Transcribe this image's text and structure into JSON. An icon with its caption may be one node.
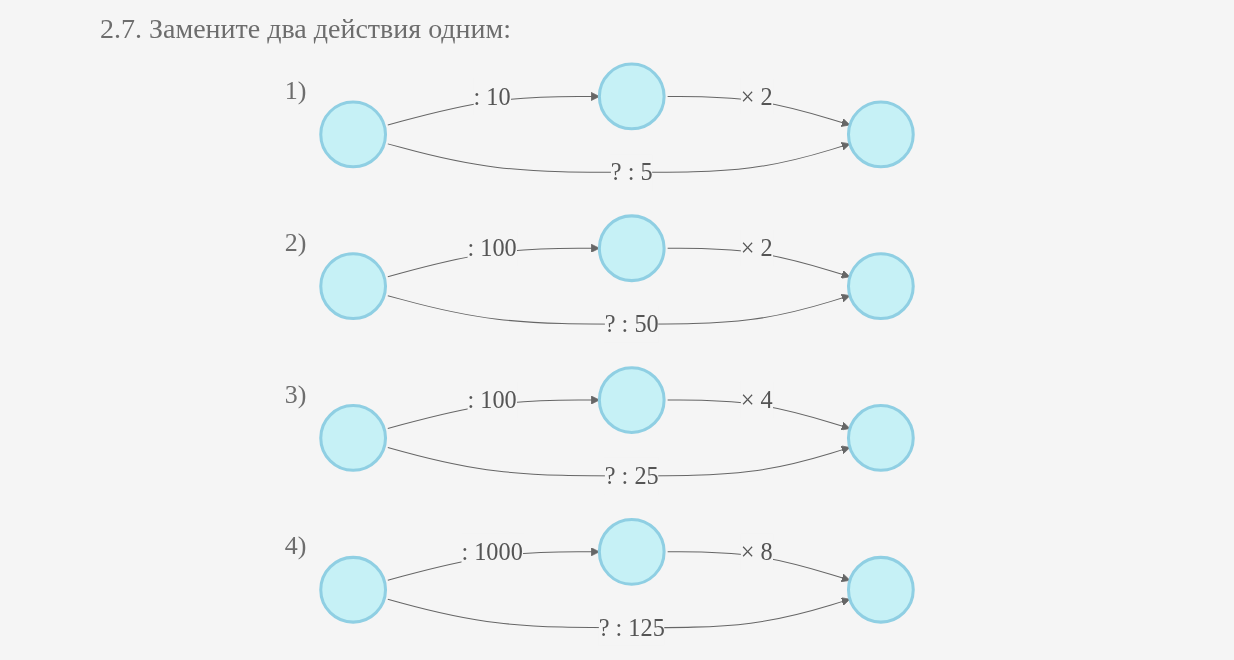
{
  "diagram": {
    "title": "2.7. Замените два действия одним:",
    "nodes": [
      {
        "text": [],
        "shape": "circle"
      },
      {
        "text": [],
        "shape": "circle"
      },
      {
        "text": [],
        "shape": "circle"
      },
      {
        "text": [],
        "shape": "circle"
      },
      {
        "text": [],
        "shape": "circle"
      },
      {
        "text": [],
        "shape": "circle"
      },
      {
        "text": [],
        "shape": "circle"
      },
      {
        "text": [],
        "shape": "circle"
      },
      {
        "text": [],
        "shape": "circle"
      },
      {
        "text": [],
        "shape": "circle"
      },
      {
        "text": [],
        "shape": "circle"
      },
      {
        "text": [],
        "shape": "circle"
      }
    ],
    "edges": [
      {
        "from": 0,
        "to": 1,
        "arrow": "to",
        "label": ": 10"
      },
      {
        "from": 1,
        "to": 2,
        "arrow": "to",
        "label": "× 2"
      },
      {
        "from": 0,
        "to": 2,
        "arrow": "to",
        "label": "? : 5"
      },
      {
        "from": 3,
        "to": 4,
        "arrow": "to",
        "label": ": 100"
      },
      {
        "from": 4,
        "to": 5,
        "arrow": "to",
        "label": "× 2"
      },
      {
        "from": 3,
        "to": 5,
        "arrow": "to",
        "label": "? : 50"
      },
      {
        "from": 6,
        "to": 7,
        "arrow": "to",
        "label": ": 100"
      },
      {
        "from": 7,
        "to": 8,
        "arrow": "to",
        "label": "× 4"
      },
      {
        "from": 6,
        "to": 8,
        "arrow": "to",
        "label": "? : 25"
      },
      {
        "from": 9,
        "to": 10,
        "arrow": "to",
        "label": ": 1000"
      },
      {
        "from": 10,
        "to": 11,
        "arrow": "to",
        "label": "× 8"
      },
      {
        "from": 9,
        "to": 11,
        "arrow": "to",
        "label": "? : 125"
      }
    ],
    "labels": [
      "1)",
      "2)",
      "3)",
      "4)"
    ]
  }
}
